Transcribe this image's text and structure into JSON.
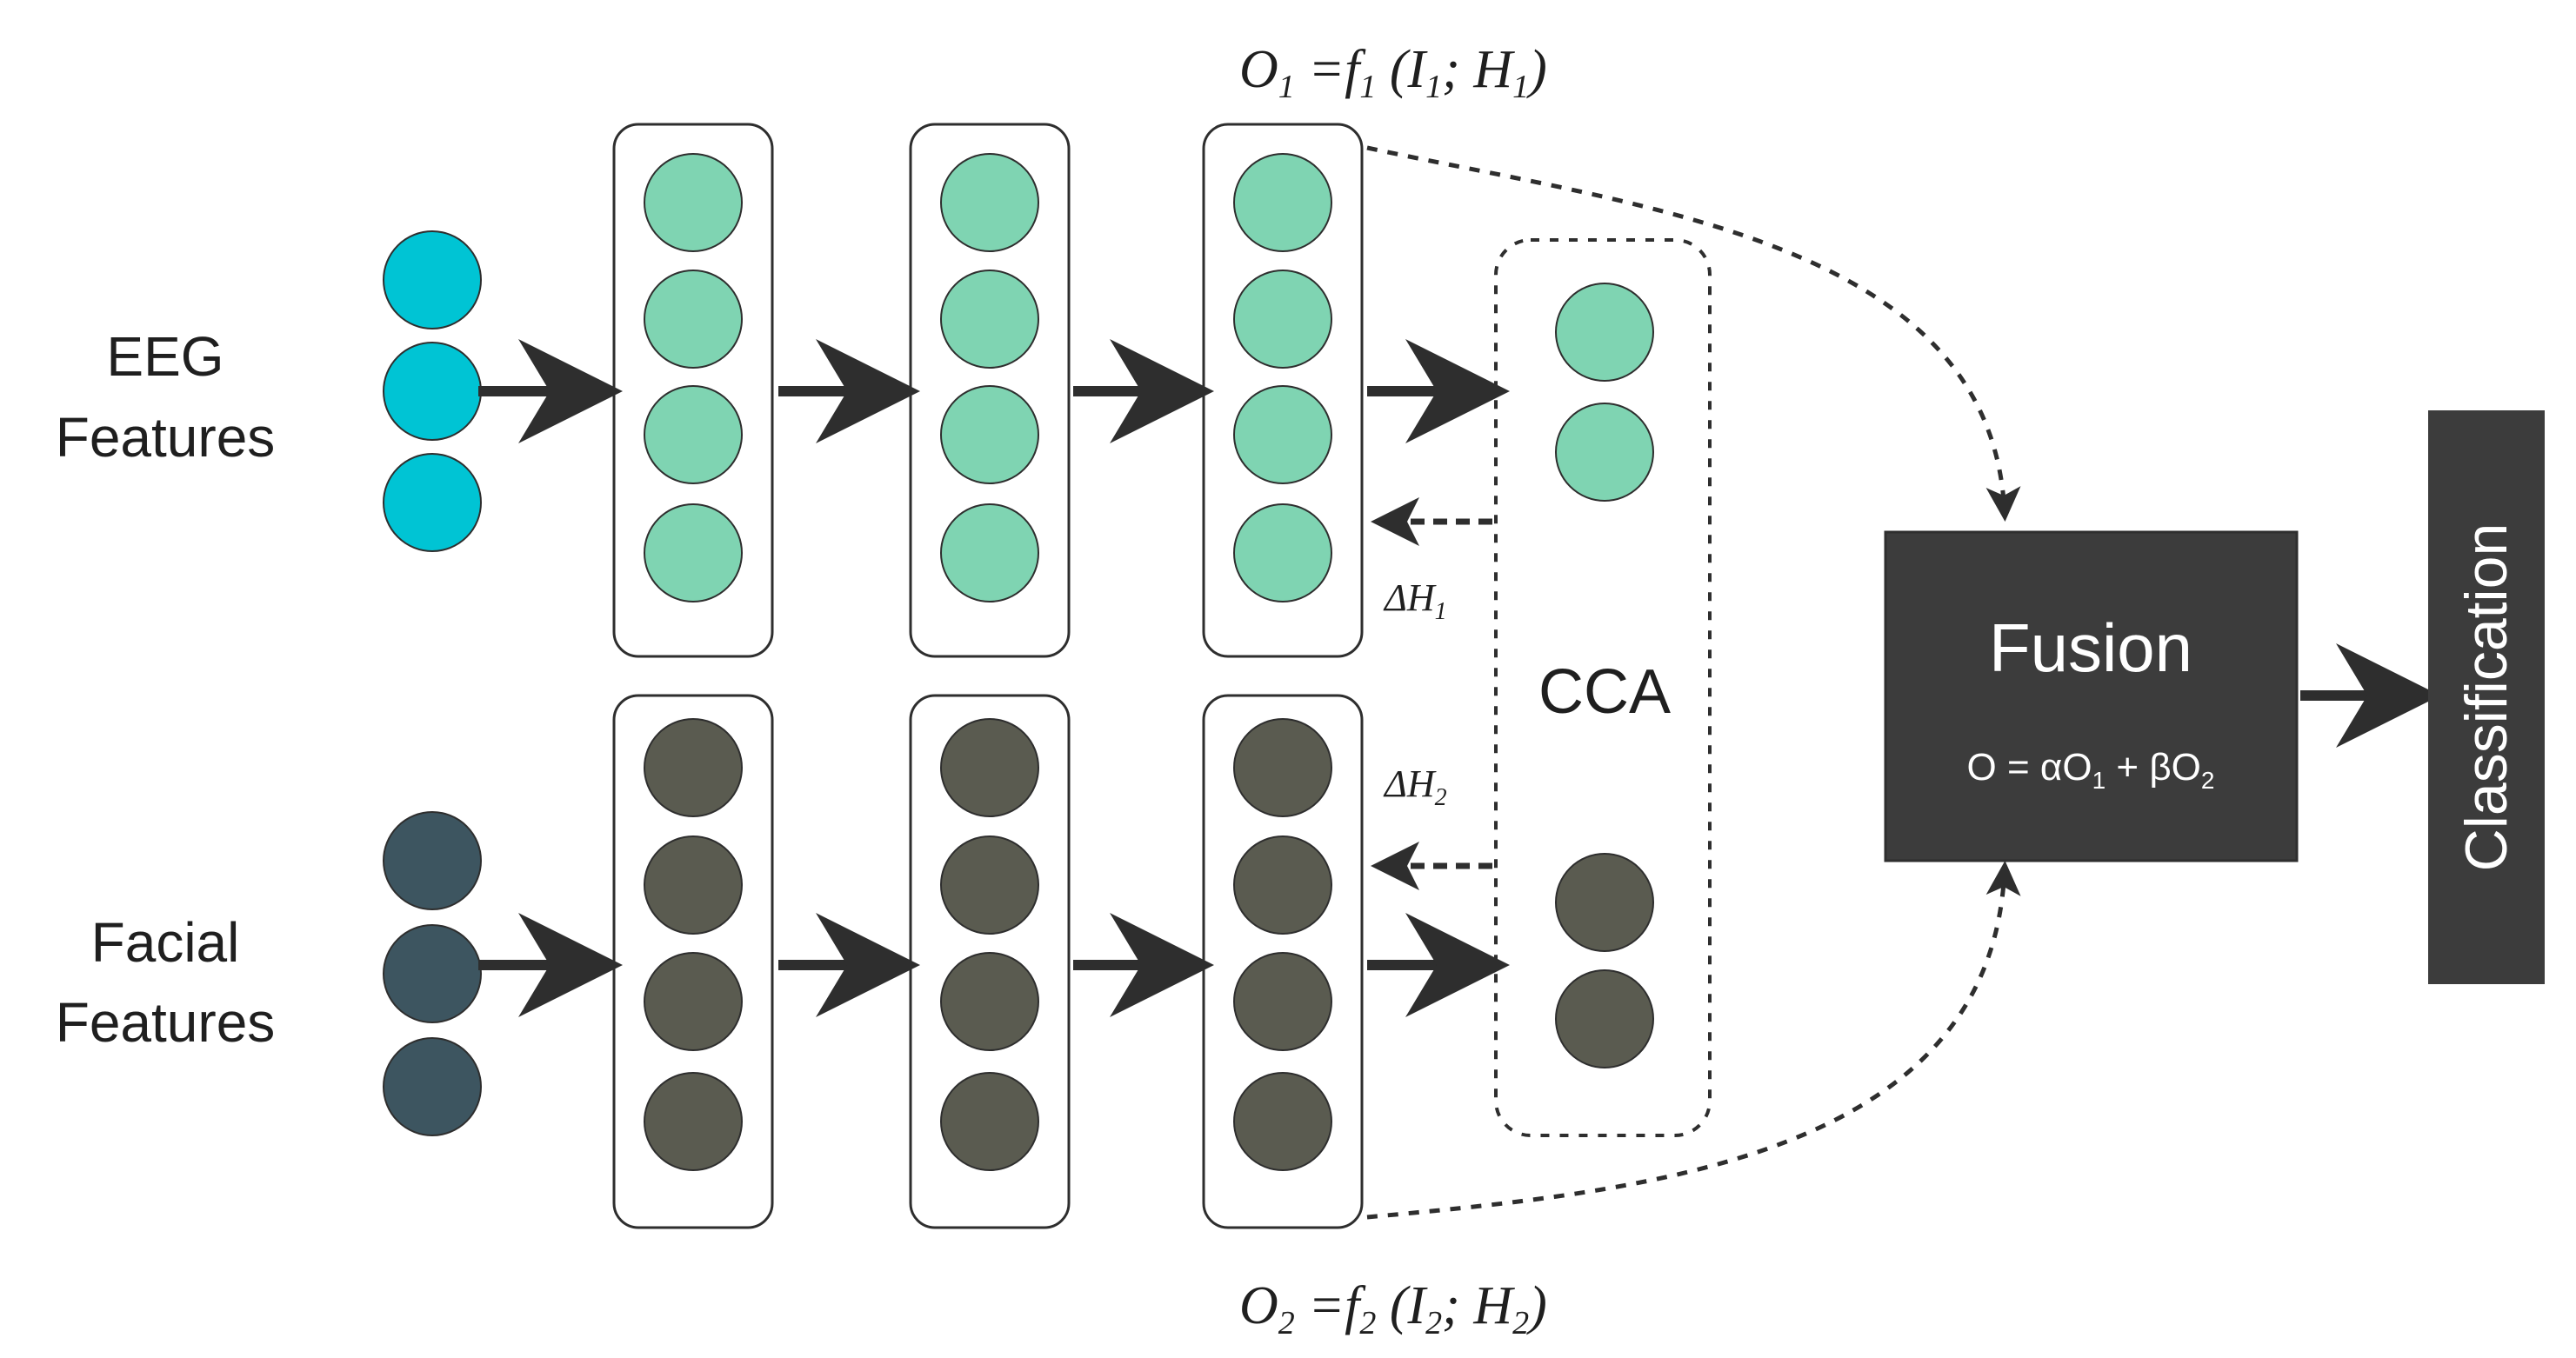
{
  "inputs": {
    "eeg_label_line1": "EEG",
    "eeg_label_line2": "Features",
    "facial_label_line1": "Facial",
    "facial_label_line2": "Features"
  },
  "equations": {
    "o1": [
      "O",
      "1",
      " =",
      "f",
      "1",
      " (",
      "I",
      "1",
      "; ",
      "H",
      "1",
      ")"
    ],
    "o2": [
      "O",
      "2",
      " =",
      "f",
      "2",
      " (",
      "I",
      "2",
      "; ",
      "H",
      "2",
      ")"
    ],
    "delta_h1": [
      "ΔH",
      "1"
    ],
    "delta_h2": [
      "ΔH",
      "2"
    ]
  },
  "cca": {
    "label": "CCA"
  },
  "fusion": {
    "title": "Fusion",
    "formula": [
      "O = ",
      "α",
      "O",
      "1",
      " + ",
      "β",
      "O",
      "2"
    ]
  },
  "classification": {
    "label": "Classification"
  },
  "colors": {
    "eeg_input": "#00C4D4",
    "eeg_hidden": "#7FD4B2",
    "facial_input": "#3D5560",
    "facial_hidden": "#5A5B50",
    "dark_box": "#3C3C3C",
    "arrow": "#2E2E2E"
  },
  "icons": {
    "neuron": "circle",
    "arrow": "arrow-right-icon",
    "dashed_arrow": "dashed-arrow-icon"
  }
}
